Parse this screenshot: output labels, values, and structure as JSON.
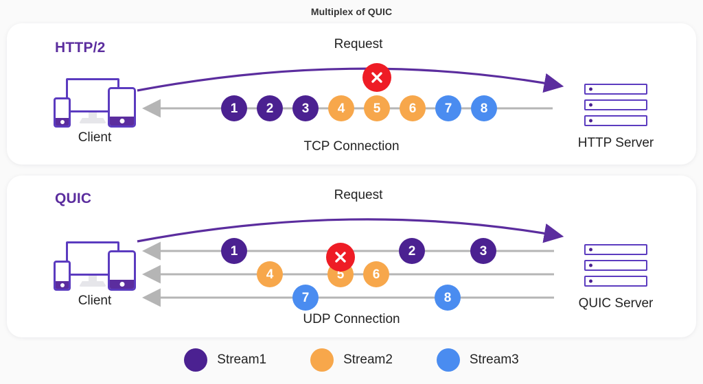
{
  "title": "Multiplex of QUIC",
  "colors": {
    "stream1": "#4b2191",
    "stream2": "#f7a74b",
    "stream3": "#4a8cf0",
    "blocked": "#ee1c25",
    "accent_purple": "#5b2d9e",
    "line_gray": "#b5b5b5",
    "page_bg": "#fafafa",
    "card_bg": "#ffffff"
  },
  "sections": [
    {
      "id": "http2",
      "protocol_label": "HTTP/2",
      "client_label": "Client",
      "server_label": "HTTP Server",
      "request_label": "Request",
      "connection_label": "TCP Connection",
      "lanes": [
        {
          "lane": 1,
          "packets": [
            {
              "label": "1",
              "stream": "stream1"
            },
            {
              "label": "2",
              "stream": "stream1"
            },
            {
              "label": "3",
              "stream": "stream1"
            },
            {
              "label": "4",
              "stream": "stream2"
            },
            {
              "label": "5",
              "stream": "stream2",
              "blocked": true
            },
            {
              "label": "6",
              "stream": "stream2"
            },
            {
              "label": "7",
              "stream": "stream3"
            },
            {
              "label": "8",
              "stream": "stream3"
            }
          ]
        }
      ]
    },
    {
      "id": "quic",
      "protocol_label": "QUIC",
      "client_label": "Client",
      "server_label": "QUIC Server",
      "request_label": "Request",
      "connection_label": "UDP Connection",
      "lanes": [
        {
          "lane": 1,
          "packets": [
            {
              "label": "1",
              "stream": "stream1"
            },
            {
              "label": "2",
              "stream": "stream1"
            },
            {
              "label": "3",
              "stream": "stream1"
            }
          ]
        },
        {
          "lane": 2,
          "packets": [
            {
              "label": "4",
              "stream": "stream2"
            },
            {
              "label": "5",
              "stream": "stream2",
              "blocked": true
            },
            {
              "label": "6",
              "stream": "stream2"
            }
          ]
        },
        {
          "lane": 3,
          "packets": [
            {
              "label": "7",
              "stream": "stream3"
            },
            {
              "label": "8",
              "stream": "stream3"
            }
          ]
        }
      ]
    }
  ],
  "legend": [
    {
      "label": "Stream1",
      "stream": "stream1"
    },
    {
      "label": "Stream2",
      "stream": "stream2"
    },
    {
      "label": "Stream3",
      "stream": "stream3"
    }
  ],
  "blocker_icon": "x-mark-icon"
}
